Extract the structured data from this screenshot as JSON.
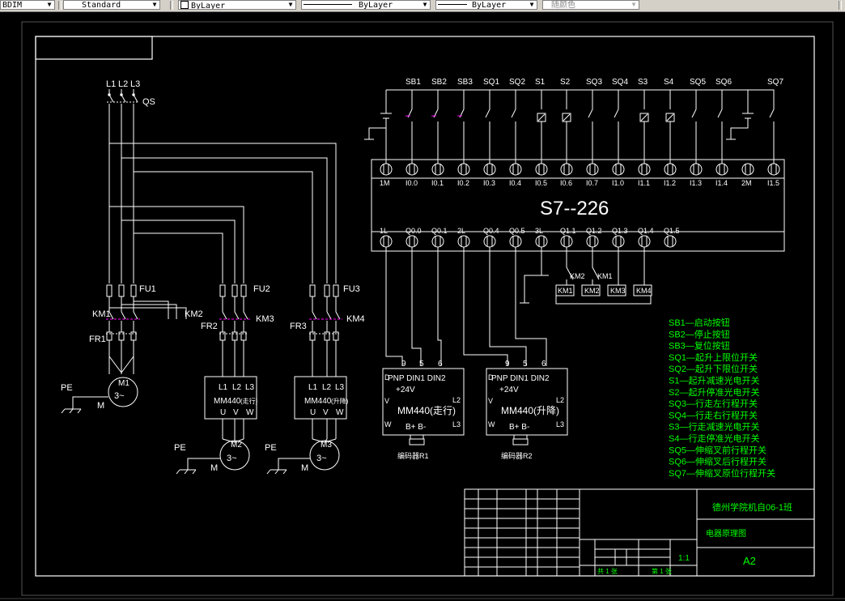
{
  "toolbar": {
    "dimstyle": "BDIM",
    "textstyle": "Standard",
    "layer": "ByLayer",
    "linetype": "ByLayer",
    "lineweight": "ByLayer",
    "color": "随颜色"
  },
  "power": {
    "phases": [
      "L1",
      "L2",
      "L3"
    ],
    "qs": "QS",
    "fuses": [
      "FU1",
      "FU2",
      "FU3"
    ],
    "contactors": [
      "KM1",
      "KM2",
      "KM3",
      "KM4"
    ],
    "relays": [
      "FR1",
      "FR2",
      "FR3"
    ],
    "pe": "PE",
    "m": "M",
    "motors": [
      "M1",
      "M2",
      "M3"
    ],
    "motor_symbol": "3~",
    "inverter_label": "MM440",
    "inv_terms": [
      "L1",
      "L2",
      "L3"
    ],
    "inv_out": [
      "U",
      "V",
      "W"
    ],
    "inv_notes": [
      "(走行)",
      "(升降)"
    ]
  },
  "plc": {
    "title": "S7--226",
    "inputs": [
      "SB1",
      "SB2",
      "SB3",
      "SQ1",
      "SQ2",
      "S1",
      "S2",
      "SQ3",
      "SQ4",
      "S3",
      "S4",
      "SQ5",
      "SQ6",
      "SQ7"
    ],
    "top_terminals": [
      "1M",
      "I0.0",
      "I0.1",
      "I0.2",
      "I0.3",
      "I0.4",
      "I0.5",
      "I0.6",
      "I0.7",
      "I1.0",
      "I1.1",
      "I1.2",
      "I1.3",
      "I1.4",
      "2M",
      "I1.5"
    ],
    "bottom_terminals": [
      "1L",
      "Q0.0",
      "Q0.1",
      "2L",
      "Q0.4",
      "Q0.5",
      "3L",
      "Q1.1",
      "Q1.2",
      "Q1.3",
      "Q1.4",
      "Q1.5"
    ],
    "coils": [
      "KM1",
      "KM2",
      "KM3",
      "KM4"
    ],
    "interlock": [
      "KM2",
      "KM1"
    ]
  },
  "inverter_boxes": [
    {
      "pins": [
        "9",
        "5",
        "6"
      ],
      "top": "PNP DIN1 DIN2",
      "v24": "+24V",
      "label": "MM440(走行)",
      "bus": "B+ B-",
      "left": [
        "D",
        "V",
        "W"
      ],
      "right": [
        "L2",
        "L3"
      ],
      "encoder": "编码器R1"
    },
    {
      "pins": [
        "9",
        "5",
        "6"
      ],
      "top": "PNP DIN1 DIN2",
      "v24": "+24V",
      "label": "MM440(升降)",
      "bus": "B+ B-",
      "left": [
        "D",
        "V",
        "W"
      ],
      "right": [
        "L2",
        "L3"
      ],
      "encoder": "编码器R2"
    }
  ],
  "legend": [
    "SB1—启动按钮",
    "SB2—停止按钮",
    "SB3—复位按钮",
    "SQ1—起升上限位开关",
    "SQ2—起升下限位开关",
    "S1—起升减速光电开关",
    "S2—起升停准光电开关",
    "SQ3—行走左行程开关",
    "SQ4—行走右行程开关",
    "S3—行走减速光电开关",
    "S4—行走停准光电开关",
    "SQ5—伸缩叉前行程开关",
    "SQ6—伸缩叉后行程开关",
    "SQ7—伸缩叉原位行程开关"
  ],
  "title_block": {
    "school": "德州学院机自06-1班",
    "drawing": "电器原理图",
    "scale": "1:1",
    "size": "A2",
    "sheet": "共 1 张",
    "sheet2": "第 1 张"
  },
  "colors": {
    "line": "#ffffff",
    "legend": "#00ff00",
    "contact": "#ff00ff",
    "title_text": "#00ff00"
  }
}
